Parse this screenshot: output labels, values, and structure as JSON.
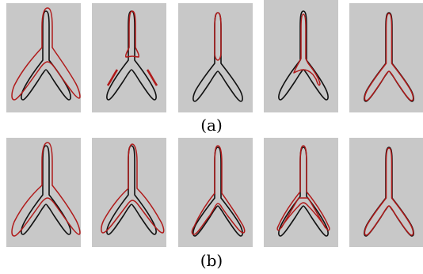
{
  "figure": {
    "rows": [
      {
        "caption": "(a)",
        "panel_count": 5
      },
      {
        "caption": "(b)",
        "panel_count": 5
      }
    ],
    "colors": {
      "panel_background": "#c8c8c8",
      "reference_contour": "#111111",
      "fitted_contour": "#b01a1a"
    },
    "panels": [
      {
        "row": "a",
        "index": 1,
        "variant": "wide"
      },
      {
        "row": "a",
        "index": 2,
        "variant": "broken"
      },
      {
        "row": "a",
        "index": 3,
        "variant": "tight"
      },
      {
        "row": "a",
        "index": 4,
        "variant": "partial"
      },
      {
        "row": "a",
        "index": 5,
        "variant": "match"
      },
      {
        "row": "b",
        "index": 1,
        "variant": "wide"
      },
      {
        "row": "b",
        "index": 2,
        "variant": "medium"
      },
      {
        "row": "b",
        "index": 3,
        "variant": "closer"
      },
      {
        "row": "b",
        "index": 4,
        "variant": "double"
      },
      {
        "row": "b",
        "index": 5,
        "variant": "match"
      }
    ]
  }
}
